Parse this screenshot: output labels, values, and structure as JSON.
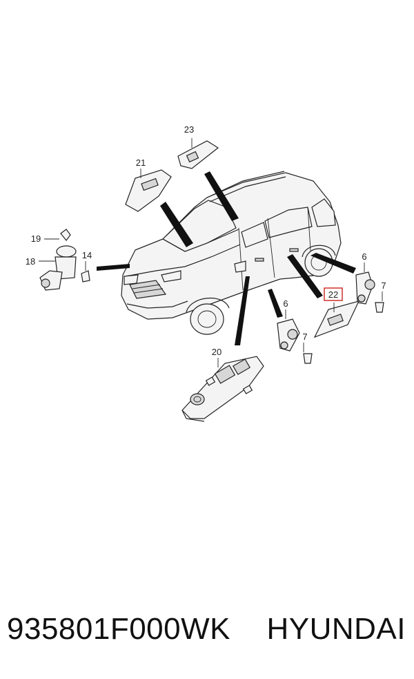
{
  "callouts": {
    "c23": "23",
    "c21": "21",
    "c19": "19",
    "c18": "18",
    "c14": "14",
    "c6a": "6",
    "c7a": "7",
    "c22": "22",
    "c6b": "6",
    "c7b": "7",
    "c20": "20"
  },
  "highlight_color": "#d0302a",
  "footer": {
    "part_number": "935801F000WK",
    "brand": "HYUNDAI"
  }
}
